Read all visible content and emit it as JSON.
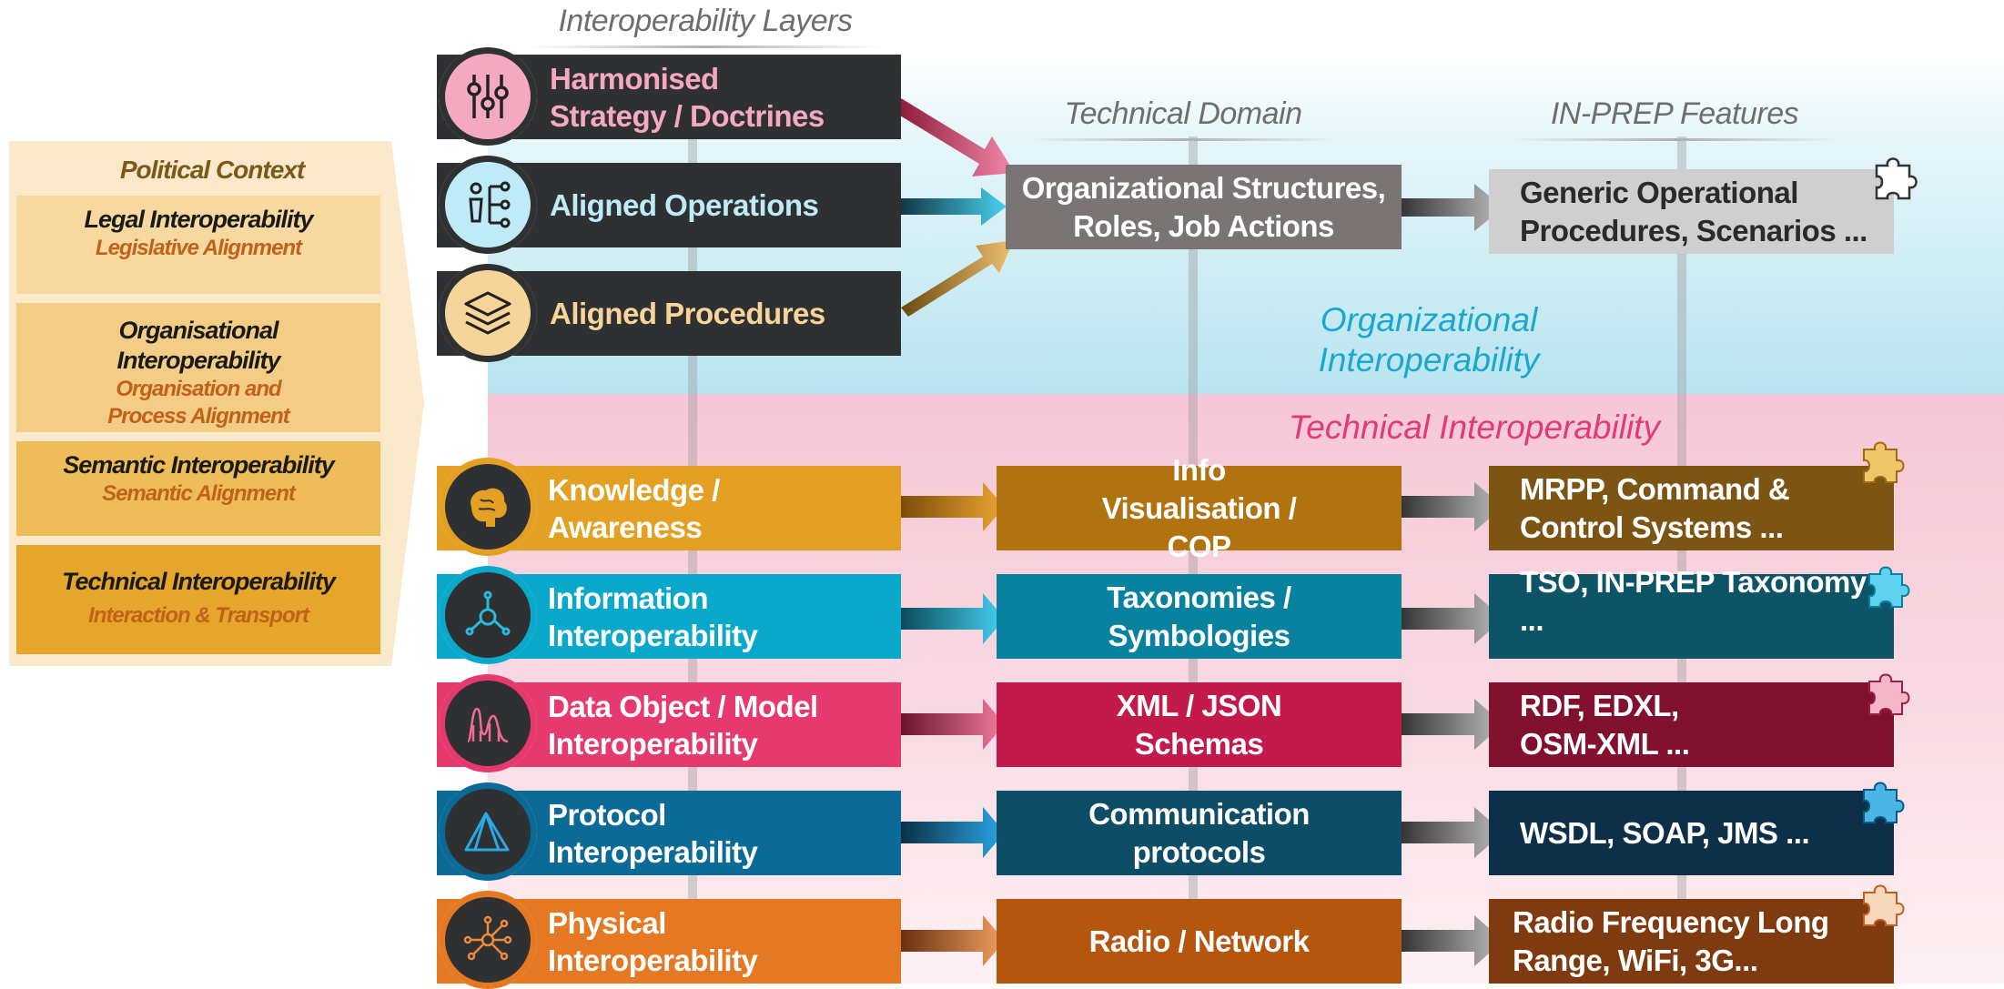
{
  "headers": {
    "layers": "Interoperability Layers",
    "technical_domain": "Technical Domain",
    "features": "IN-PREP Features"
  },
  "political": {
    "title": "Political Context",
    "cards": [
      {
        "main": "Legal Interoperability",
        "sub": "Legislative Alignment"
      },
      {
        "main": "Organisational Interoperability",
        "sub": "Organisation and Process Alignment"
      },
      {
        "main": "Semantic Interoperability",
        "sub": "Semantic Alignment"
      },
      {
        "main": "Technical Interoperability",
        "sub": "Interaction & Transport"
      }
    ]
  },
  "organizational": {
    "zone_label": "Organizational Interoperability",
    "layers": [
      {
        "label": "Harmonised Strategy / Doctrines",
        "icon": "sliders-icon",
        "color": "#f5a9c0"
      },
      {
        "label": "Aligned Operations",
        "icon": "hierarchy-icon",
        "color": "#bfeaf7"
      },
      {
        "label": "Aligned Procedures",
        "icon": "layers-icon",
        "color": "#f6d49a"
      }
    ],
    "domain": "Organizational Structures, Roles, Job Actions",
    "feature": "Generic Operational Procedures, Scenarios ..."
  },
  "technical": {
    "zone_label": "Technical Interoperability",
    "rows": [
      {
        "layer": "Knowledge / Awareness",
        "domain": "Info Visualisation / COP",
        "feature": "MRPP, Command & Control Systems ...",
        "icon": "brain-icon",
        "color": "#e3a022"
      },
      {
        "layer": "Information Interoperability",
        "domain": "Taxonomies  / Symbologies",
        "feature": "TSO, IN-PREP Taxonomy ...",
        "icon": "network-node-icon",
        "color": "#0aa9cc"
      },
      {
        "layer": "Data Object / Model Interoperability",
        "domain": "XML / JSON Schemas",
        "feature": "RDF, EDXL, OSM-XML ...",
        "icon": "waveform-icon",
        "color": "#e6396d"
      },
      {
        "layer": "Protocol Interoperability",
        "domain": "Communication protocols",
        "feature": "WSDL, SOAP, JMS ...",
        "icon": "triangle-icon",
        "color": "#0b6a96"
      },
      {
        "layer": "Physical Interoperability",
        "domain": "Radio / Network",
        "feature": "Radio Frequency Long Range, WiFi, 3G...",
        "icon": "hub-icon",
        "color": "#e57822"
      }
    ]
  }
}
